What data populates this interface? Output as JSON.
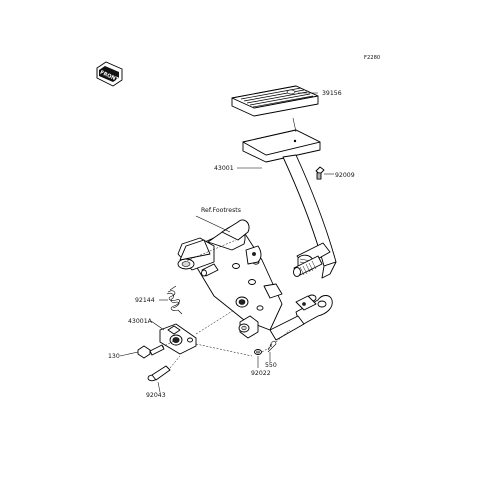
{
  "diagram": {
    "figure_code": "F2280",
    "front_indicator": "FRONT",
    "reference_note": "Ref.Footrests",
    "part_labels": [
      {
        "id": "p39156",
        "number": "39156"
      },
      {
        "id": "p43001",
        "number": "43001"
      },
      {
        "id": "p92009",
        "number": "92009"
      },
      {
        "id": "p92144",
        "number": "92144"
      },
      {
        "id": "p43001A",
        "number": "43001A"
      },
      {
        "id": "p130",
        "number": "130"
      },
      {
        "id": "p92043",
        "number": "92043"
      },
      {
        "id": "p92022",
        "number": "92022"
      },
      {
        "id": "p550",
        "number": "550"
      }
    ]
  }
}
